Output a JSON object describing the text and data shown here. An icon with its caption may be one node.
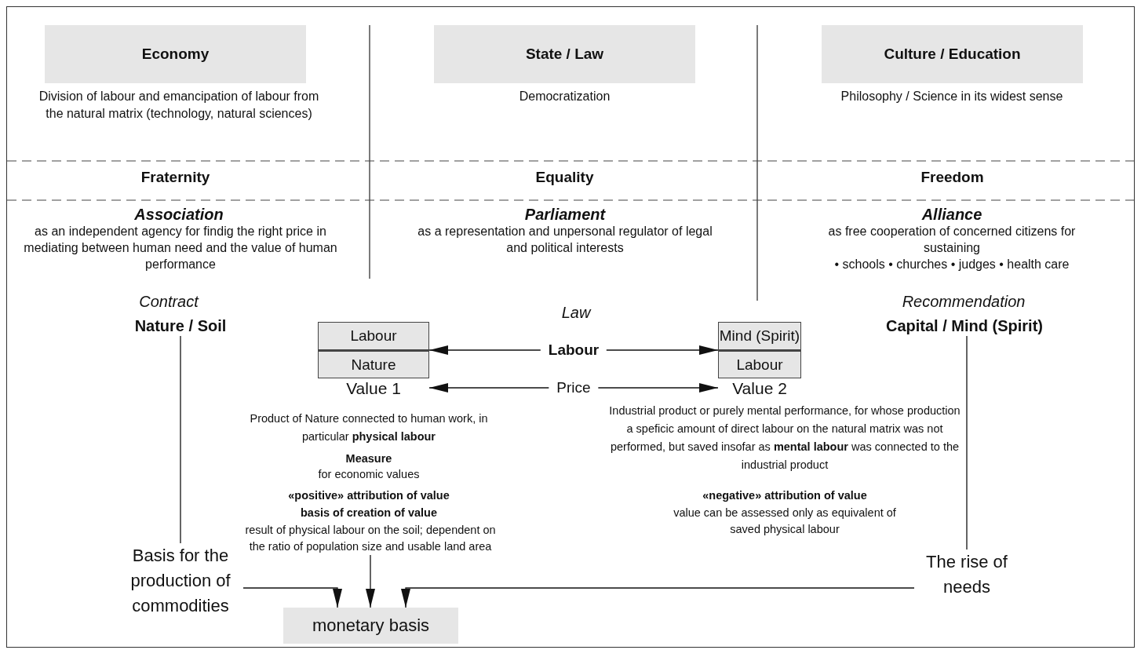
{
  "diagram": {
    "nodes": [
      {
        "text": [
          "Economy"
        ]
      },
      {
        "text": [
          "State / Law"
        ]
      },
      {
        "text": [
          "Culture / Education"
        ]
      },
      {
        "text": [
          "Nature / Soil"
        ]
      },
      {
        "text": [
          "Labour",
          "Nature"
        ],
        "beside": [
          "Value 1"
        ]
      },
      {
        "text": [
          "Mind (Spirit)",
          "Labour"
        ],
        "beside": [
          "Value 2"
        ]
      },
      {
        "text": [
          "Capital / Mind (Spirit)"
        ]
      },
      {
        "text": [
          "result of physical labour on the soil; dependent on the ratio of population size and usable land area"
        ]
      },
      {
        "text": [
          "Basis for the production of commodities"
        ]
      },
      {
        "text": [
          "The rise of needs"
        ]
      },
      {
        "text": [
          "monetary basis"
        ]
      }
    ],
    "edges": [
      {
        "from": 4,
        "to": 5,
        "arrow": "both",
        "label": "Labour"
      },
      {
        "from": 4,
        "to": 5,
        "arrow": "both",
        "label": "Price"
      },
      {
        "from": 3,
        "to": 8,
        "arrow": "none"
      },
      {
        "from": 6,
        "to": 9,
        "arrow": "none"
      },
      {
        "from": 8,
        "to": 10,
        "arrow": "to"
      },
      {
        "from": 9,
        "to": 10,
        "arrow": "to"
      },
      {
        "from": 7,
        "to": 10,
        "arrow": "to"
      }
    ],
    "labels": [
      "Division of labour and emancipation of labour from the natural matrix (technology, natural sciences)",
      "Democratization",
      "Philosophy / Science in its widest sense",
      "Fraternity",
      "Equality",
      "Freedom",
      "Association",
      "as an independent agency for findig the right price in mediating between human need and the value of human performance",
      "Parliament",
      "as a representation and unpersonal regulator of legal and political interests",
      "Alliance",
      "as free cooperation of concerned citizens for sustaining",
      "• schools • churches  • judges • health care",
      "Contract",
      "Law",
      "Recommendation",
      "Product of Nature connected to human work, in particular **physical labour**",
      "Measure",
      "for economic values",
      "«positive» attribution of value",
      "basis of creation of value",
      "Industrial product or purely mental performance, for whose production a speficic amount of direct labour on the natural matrix was not performed, but saved insofar as **mental labour** was connected to the industrial product",
      "«negative» attribution of value",
      "value can be assessed only as equivalent of saved physical labour"
    ]
  }
}
